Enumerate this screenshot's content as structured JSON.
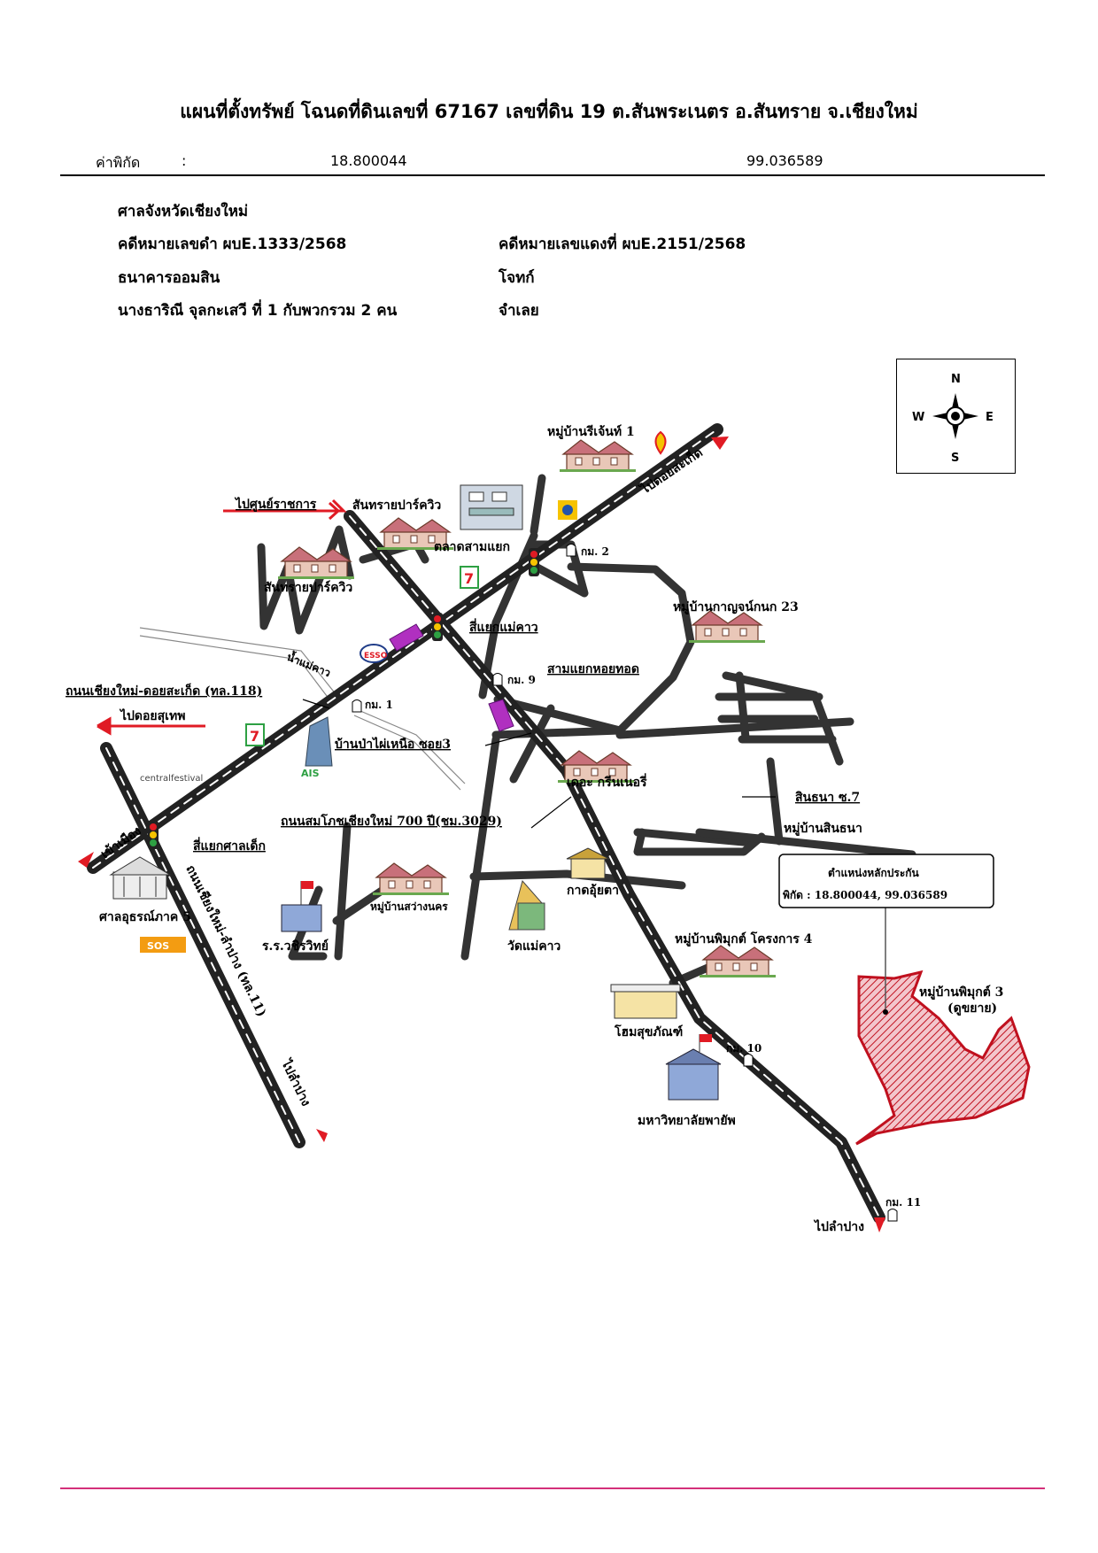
{
  "header": {
    "title": "แผนที่ตั้งทรัพย์ โฉนดที่ดินเลขที่ 67167  เลขที่ดิน 19  ต.สันพระเนตร  อ.สันทราย  จ.เชียงใหม่",
    "coord_label": "ค่าพิกัด",
    "coord_sep": ":",
    "latitude": "18.800044",
    "longitude": "99.036589"
  },
  "case": {
    "court": "ศาลจังหวัดเชียงใหม่",
    "black_case": "คดีหมายเลขดำ ผบE.1333/2568",
    "red_case": "คดีหมายเลขแดงที่ ผบE.2151/2568",
    "plaintiff": "ธนาคารออมสิน",
    "plaintiff_role": "โจทก์",
    "defendant": "นางธาริณี  จุลกะเสวี ที่ 1 กับพวกรวม 2 คน",
    "defendant_role": "จำเลย"
  },
  "compass": {
    "n": "N",
    "s": "S",
    "e": "E",
    "w": "W"
  },
  "map": {
    "labels": {
      "regent1": "หมู่บ้านรีเจ้นท์ 1",
      "doi_saket": "ไปดอยสะเก็ด",
      "to_govcenter": "ไปศูนย์ราชการ",
      "sansai_park1": "สันทรายปาร์ควิว",
      "talad_samyaek": "ตลาดสามแยก",
      "km2": "กม. 2",
      "sansai_park2": "สันทรายปาร์ควิว",
      "kanjanakanok": "หมู่บ้านกาญจน์กนก 23",
      "siyaek_maekhao": "สี่แยกแม่คาว",
      "nam_maekhao": "น้ำแม่คาว",
      "km9": "กม. 9",
      "samyaek_hoithot": "สามแยกหอยทอด",
      "road118": "ถนนเชียงใหม่-ดอยสะเก็ด (ทล.118)",
      "km1": "กม. 1",
      "to_doisuthep": "ไปดอยสุเทพ",
      "ban_papainuea": "บ้านป่าไผ่เหนือ ซอย3",
      "greenery": "เดอะ กรีนเนอรี่",
      "sinthana7": "สินธนา ซ.7",
      "road3029": "ถนนสมโภชเชียงใหม่ 700 ปี(ชม.3029)",
      "ban_sinthana": "หมู่บ้านสินธนา",
      "khao_mueang": "เข้าเมือง",
      "siyaek_saldek": "สี่แยกศาลเด็ก",
      "marker_title": "ตำแหน่งหลักประกัน",
      "marker_coord": "พิกัด : 18.800044, 99.036589",
      "sala_utthon": "ศาลอุธรณ์ภาค 5",
      "sawangnakhon": "หมู่บ้านสว่างนคร",
      "kad_uyta": "กาดอุ้ยตา",
      "wat_maekhao": "วัดแม่คาว",
      "vachiravit": "ร.ร.วชิรวิทย์",
      "road11": "ถนนเชียงใหม่-ลำปาง (ทล.11)",
      "pimuk4": "หมู่บ้านพิมุกต์ โครงการ 4",
      "pimuk3": "หมู่บ้านพิมุกต์ 3",
      "pimuk3_sub": "(ดูขยาย)",
      "home_pro": "โฮมสุขภัณฑ์",
      "km10": "กม. 10",
      "payap": "มหาวิทยาลัยพายัพ",
      "to_lampang1": "ไปลำปาง",
      "km11": "กม. 11",
      "to_lampang2": "ไปลำปาง",
      "central": "centralfestival",
      "ais": "AIS",
      "sos": "SOS",
      "esso": "ESSO"
    }
  },
  "colors": {
    "road": "#333333",
    "accent_red": "#e01b24",
    "parcel_fill": "#e8a0a8",
    "parcel_stroke": "#c0101e",
    "footer_line": "#d4307a",
    "house_roof": "#c8707a",
    "purple": "#b030c0"
  }
}
